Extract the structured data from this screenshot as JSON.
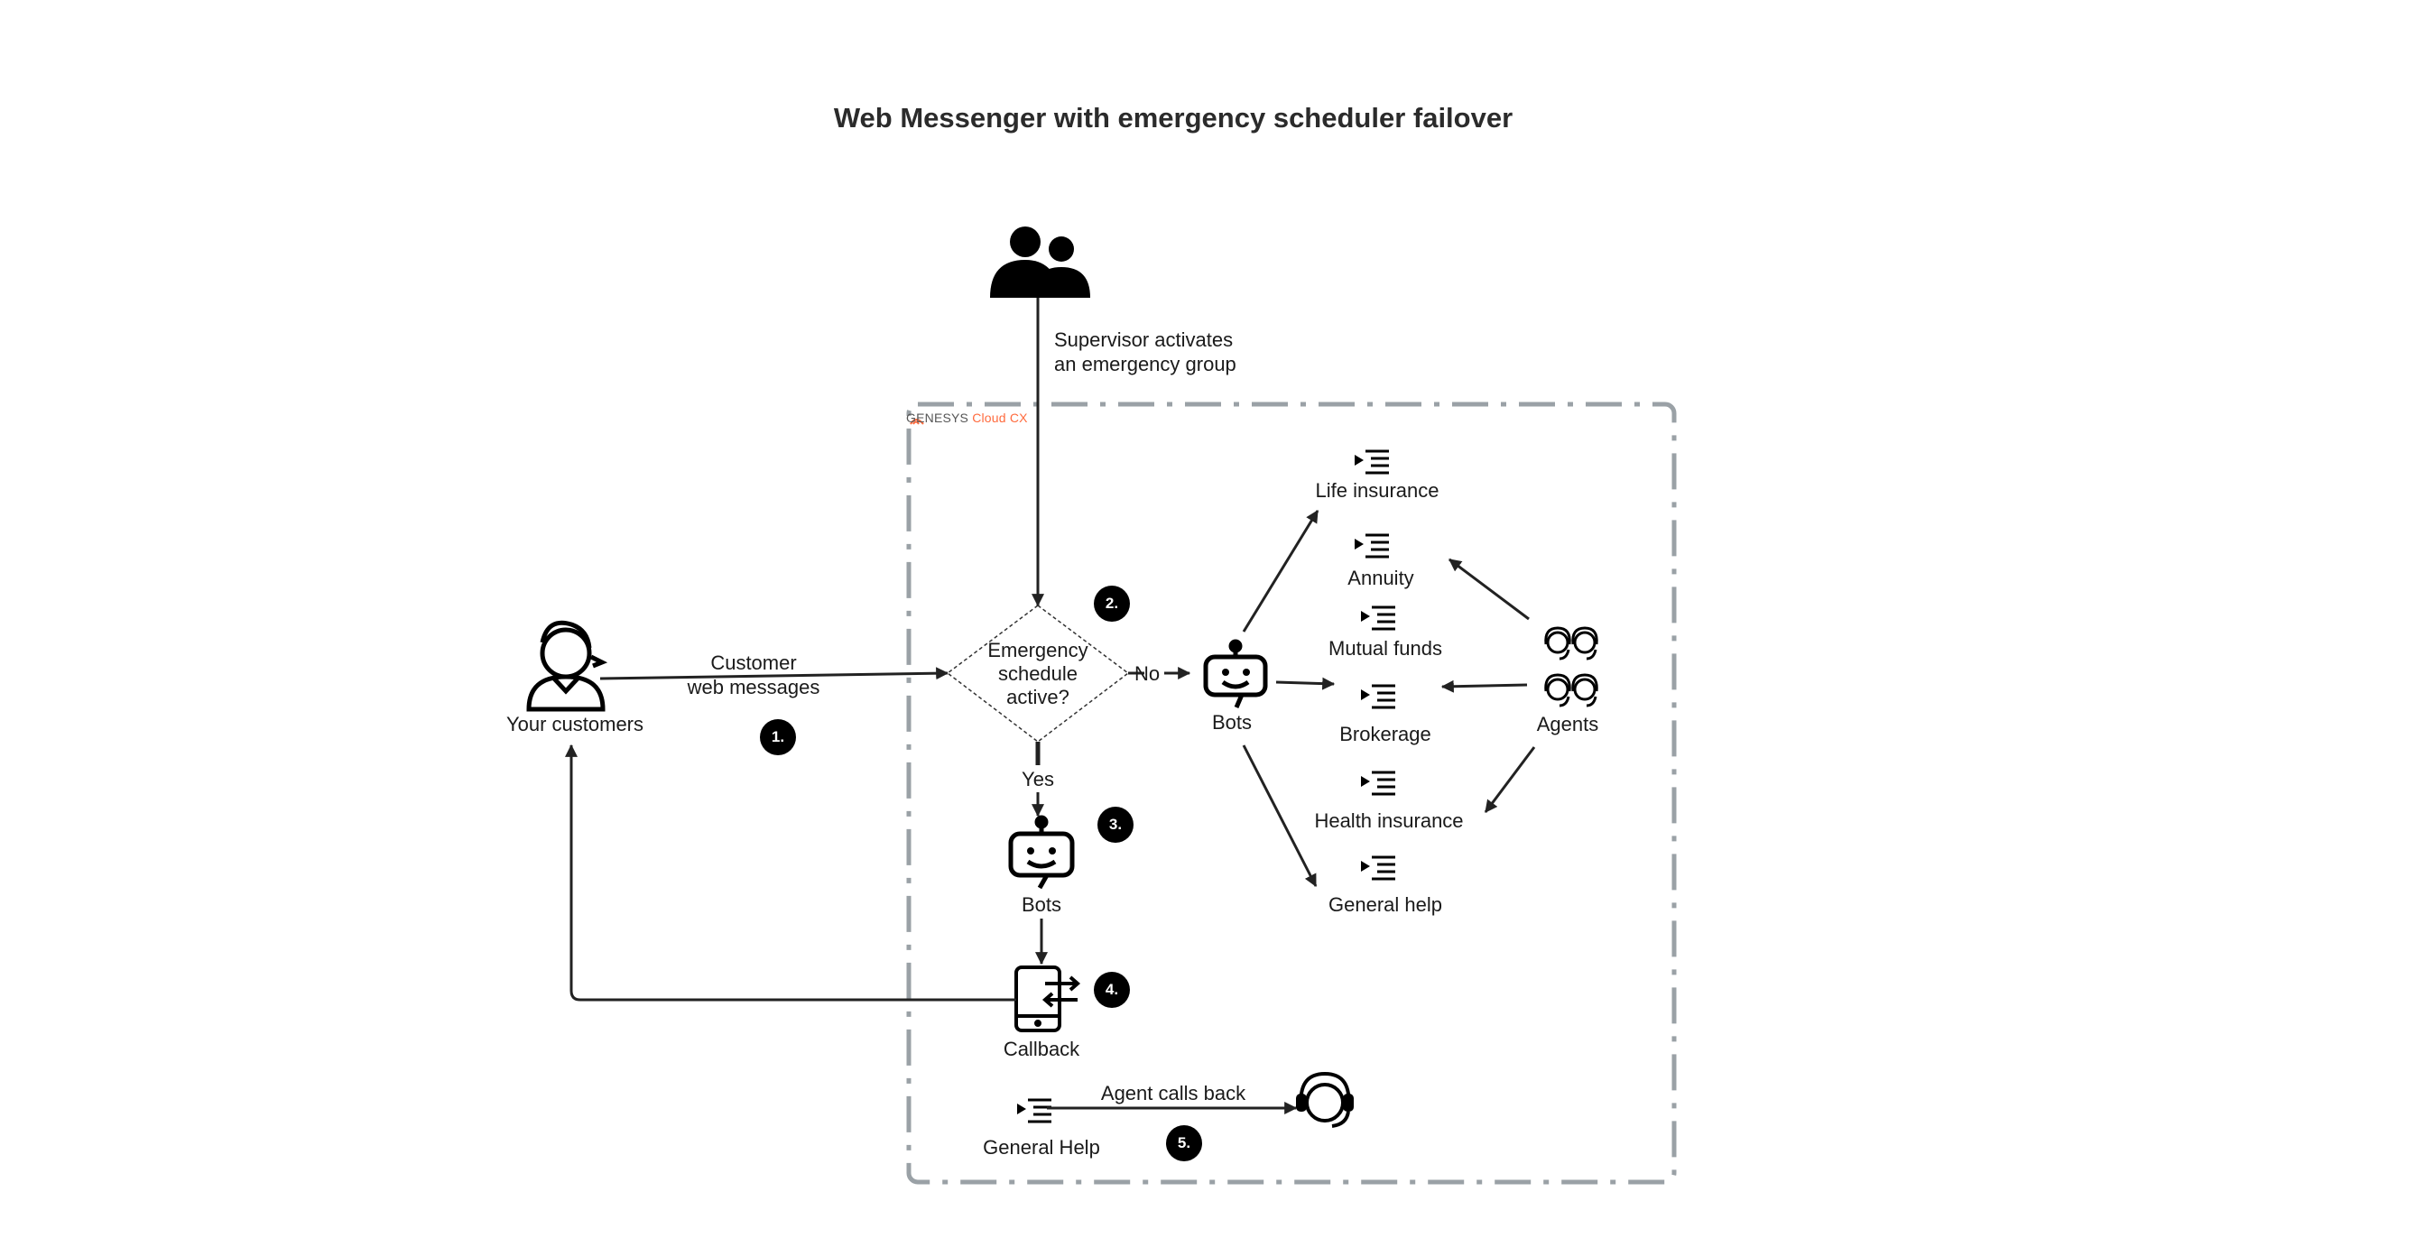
{
  "title": "Web Messenger with emergency scheduler failover",
  "brand": {
    "name": "GENESYS",
    "product": "Cloud CX"
  },
  "nodes": {
    "supervisor": {
      "label": "Supervisor activates\nan emergency group",
      "label_line1": "Supervisor activates",
      "label_line2": "an emergency group"
    },
    "customers": {
      "label": "Your customers"
    },
    "customer_messages": {
      "line1": "Customer",
      "line2": "web messages"
    },
    "decision": {
      "line1": "Emergency",
      "line2": "schedule",
      "line3": "active?"
    },
    "no": "No",
    "yes": "Yes",
    "bots_main": {
      "label": "Bots"
    },
    "bots_emergency": {
      "label": "Bots"
    },
    "callback": {
      "label": "Callback"
    },
    "general_help_queue": {
      "label": "General Help"
    },
    "agent_calls_back": {
      "label": "Agent calls back"
    },
    "agents": {
      "label": "Agents"
    }
  },
  "queues": [
    {
      "label": "Life insurance"
    },
    {
      "label": "Annuity"
    },
    {
      "label": "Mutual funds"
    },
    {
      "label": "Brokerage"
    },
    {
      "label": "Health insurance"
    },
    {
      "label": "General help"
    }
  ],
  "steps": [
    "1.",
    "2.",
    "3.",
    "4.",
    "5."
  ],
  "colors": {
    "line": "#222222",
    "boundary": "#9aa1a6",
    "brand_accent": "#ff6a3d",
    "badge": "#000000"
  }
}
